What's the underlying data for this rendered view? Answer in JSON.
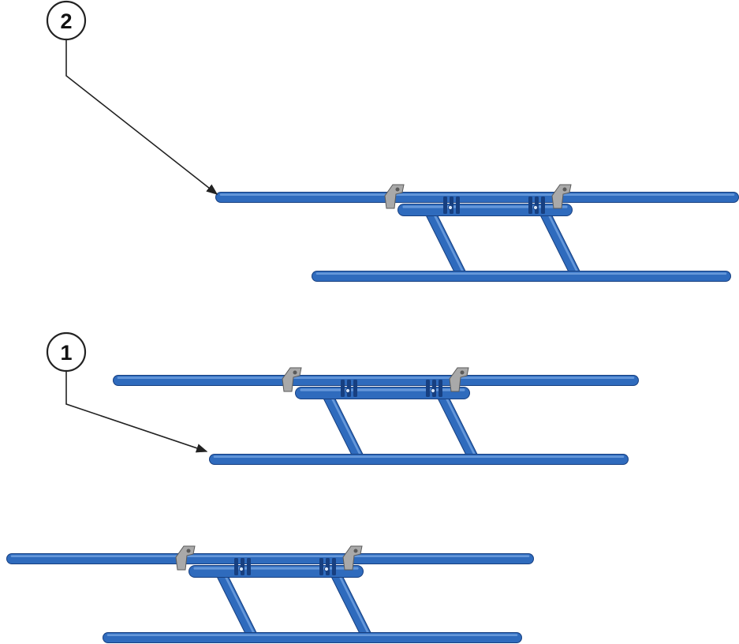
{
  "colors": {
    "tube": "#2f6bbd",
    "tube_dark": "#173f80",
    "tube_light": "#74a4e2",
    "bracket": "#a9a9a9",
    "bracket_dark": "#5a5a5a",
    "leader": "#222222",
    "callout_fill": "#ffffff",
    "callout_stroke": "#222222",
    "background": "#ffffff"
  },
  "callouts": [
    {
      "label": "2",
      "target": "assembly-top-upper-bar"
    },
    {
      "label": "1",
      "target": "assembly-middle-lower-bar"
    }
  ],
  "assemblies": [
    {
      "name": "assembly-top"
    },
    {
      "name": "assembly-middle"
    },
    {
      "name": "assembly-bottom"
    }
  ]
}
